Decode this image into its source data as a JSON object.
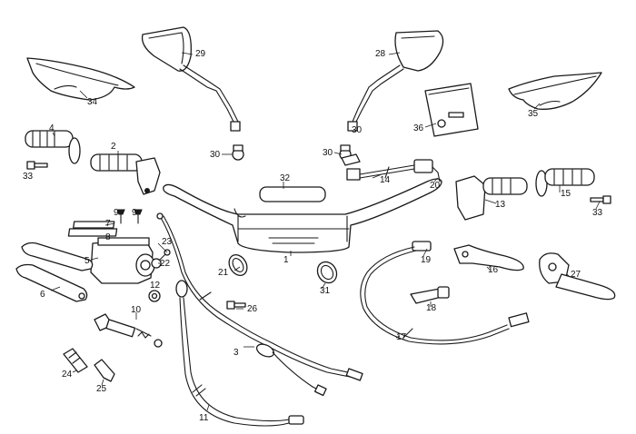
{
  "diagram": {
    "title": "",
    "callouts": [
      {
        "id": "c1",
        "label": "1"
      },
      {
        "id": "c2",
        "label": "2"
      },
      {
        "id": "c3",
        "label": "3"
      },
      {
        "id": "c4",
        "label": "4"
      },
      {
        "id": "c5",
        "label": "5"
      },
      {
        "id": "c6",
        "label": "6"
      },
      {
        "id": "c7",
        "label": "7"
      },
      {
        "id": "c8",
        "label": "8"
      },
      {
        "id": "c9a",
        "label": "9"
      },
      {
        "id": "c9b",
        "label": "9"
      },
      {
        "id": "c10",
        "label": "10"
      },
      {
        "id": "c11",
        "label": "11"
      },
      {
        "id": "c12",
        "label": "12"
      },
      {
        "id": "c13",
        "label": "13"
      },
      {
        "id": "c14",
        "label": "14"
      },
      {
        "id": "c15",
        "label": "15"
      },
      {
        "id": "c16",
        "label": "16"
      },
      {
        "id": "c17",
        "label": "17"
      },
      {
        "id": "c18",
        "label": "18"
      },
      {
        "id": "c19",
        "label": "19"
      },
      {
        "id": "c20",
        "label": "20"
      },
      {
        "id": "c21",
        "label": "21"
      },
      {
        "id": "c22",
        "label": "22"
      },
      {
        "id": "c23",
        "label": "23"
      },
      {
        "id": "c24",
        "label": "24"
      },
      {
        "id": "c25",
        "label": "25"
      },
      {
        "id": "c26",
        "label": "26"
      },
      {
        "id": "c27",
        "label": "27"
      },
      {
        "id": "c28",
        "label": "28"
      },
      {
        "id": "c29",
        "label": "29"
      },
      {
        "id": "c30a",
        "label": "30"
      },
      {
        "id": "c30b",
        "label": "30"
      },
      {
        "id": "c31",
        "label": "31"
      },
      {
        "id": "c32",
        "label": "32"
      },
      {
        "id": "c33a",
        "label": "33"
      },
      {
        "id": "c33b",
        "label": "33"
      },
      {
        "id": "c34",
        "label": "34"
      },
      {
        "id": "c35",
        "label": "35"
      },
      {
        "id": "c36",
        "label": "36"
      }
    ]
  }
}
